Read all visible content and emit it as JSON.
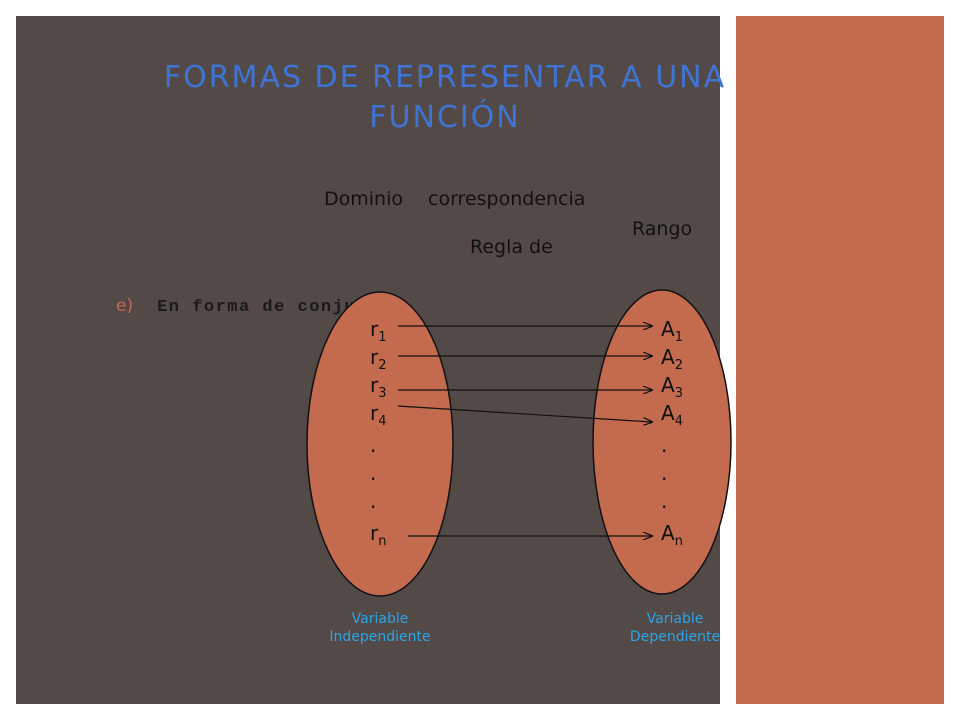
{
  "slide": {
    "title_line1": "FORMAS DE REPRESENTAR A UNA",
    "title_line2": "FUNCIÓN",
    "label_dominio": "Dominio",
    "label_correspondencia": "correspondencia",
    "label_regla_de": "Regla de",
    "label_rango": "Rango",
    "item_marker": "e)",
    "item_text": "En forma de conjunto:",
    "caption_left_line1": "Variable",
    "caption_left_line2": "Independiente",
    "caption_right_line1": "Variable",
    "caption_right_line2": "Dependiente"
  },
  "domain_set": [
    {
      "base": "r",
      "sub": "1"
    },
    {
      "base": "r",
      "sub": "2"
    },
    {
      "base": "r",
      "sub": "3"
    },
    {
      "base": "r",
      "sub": "4"
    },
    {
      "base": ".",
      "sub": ""
    },
    {
      "base": ".",
      "sub": ""
    },
    {
      "base": ".",
      "sub": ""
    },
    {
      "base": "r",
      "sub": "n"
    }
  ],
  "range_set": [
    {
      "base": "A",
      "sub": "1"
    },
    {
      "base": "A",
      "sub": "2"
    },
    {
      "base": "A",
      "sub": "3"
    },
    {
      "base": "A",
      "sub": "4"
    },
    {
      "base": ".",
      "sub": ""
    },
    {
      "base": ".",
      "sub": ""
    },
    {
      "base": ".",
      "sub": ""
    },
    {
      "base": "A",
      "sub": "n"
    }
  ],
  "colors": {
    "background": "#534a48",
    "accent": "#c46a4f",
    "title": "#3d74d6",
    "caption": "#2aa5e8"
  }
}
